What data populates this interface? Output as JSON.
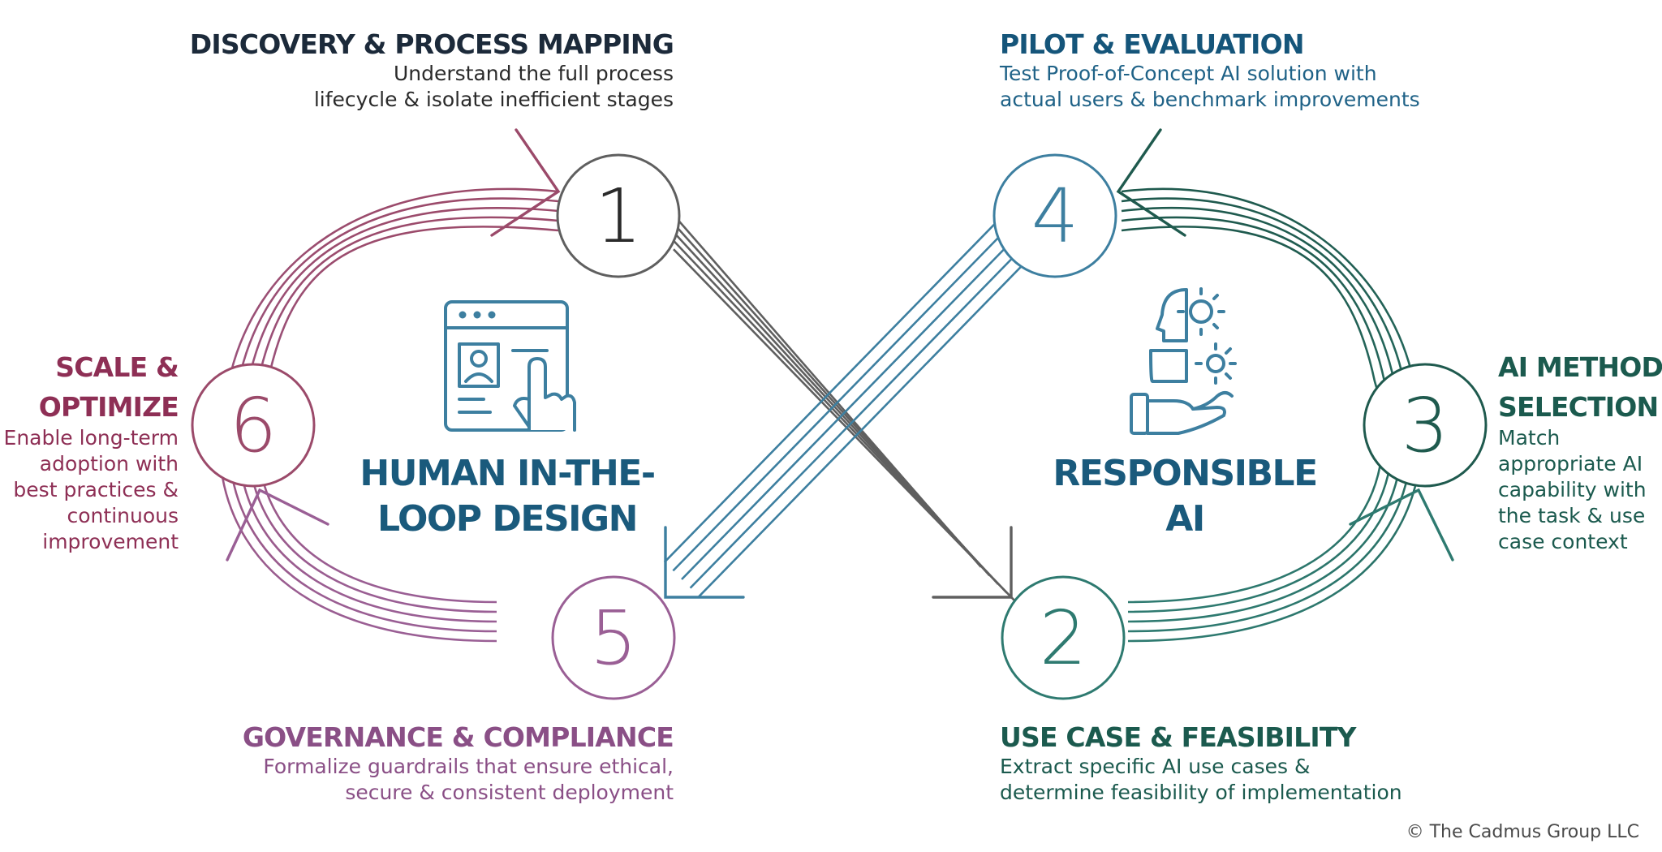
{
  "colors": {
    "step1": "#5f5f5f",
    "step2": "#2e7a70",
    "step3": "#1f5a4e",
    "step4": "#3d7fa0",
    "step5": "#9a5f95",
    "step6": "#9b4a6a",
    "title_dark": "#1c2a3a",
    "title_blue": "#15557a",
    "title_green": "#1b5a4e",
    "title_purple": "#8a4f86",
    "title_maroon": "#8e2f55",
    "center_blue": "#1a5a7c"
  },
  "steps": [
    {
      "number": "1",
      "title": "DISCOVERY & PROCESS MAPPING",
      "description": [
        "Understand the full process",
        "lifecycle & isolate  inefficient stages"
      ]
    },
    {
      "number": "2",
      "title": "USE CASE & FEASIBILITY",
      "description": [
        "Extract specific AI use cases &",
        "determine feasibility of implementation"
      ]
    },
    {
      "number": "3",
      "title": [
        "AI METHOD",
        "SELECTION"
      ],
      "description": [
        "Match",
        "appropriate AI",
        "capability with",
        "the task & use",
        "case context"
      ]
    },
    {
      "number": "4",
      "title": "PILOT & EVALUATION",
      "description": [
        "Test Proof-of-Concept AI solution with",
        "actual users & benchmark improvements"
      ]
    },
    {
      "number": "5",
      "title": "GOVERNANCE & COMPLIANCE",
      "description": [
        "Formalize guardrails that ensure ethical,",
        "secure & consistent deployment"
      ]
    },
    {
      "number": "6",
      "title": [
        "SCALE &",
        "OPTIMIZE"
      ],
      "description": [
        "Enable long-term",
        "adoption with",
        "best practices &",
        "continuous",
        "improvement"
      ]
    }
  ],
  "center": {
    "left_label": [
      "HUMAN IN-THE-",
      "LOOP DESIGN"
    ],
    "right_label": [
      "RESPONSIBLE",
      "AI"
    ],
    "left_icon": "browser-touch-user-icon",
    "right_icon": "head-gears-hand-icon"
  },
  "copyright": "© The Cadmus Group LLC"
}
